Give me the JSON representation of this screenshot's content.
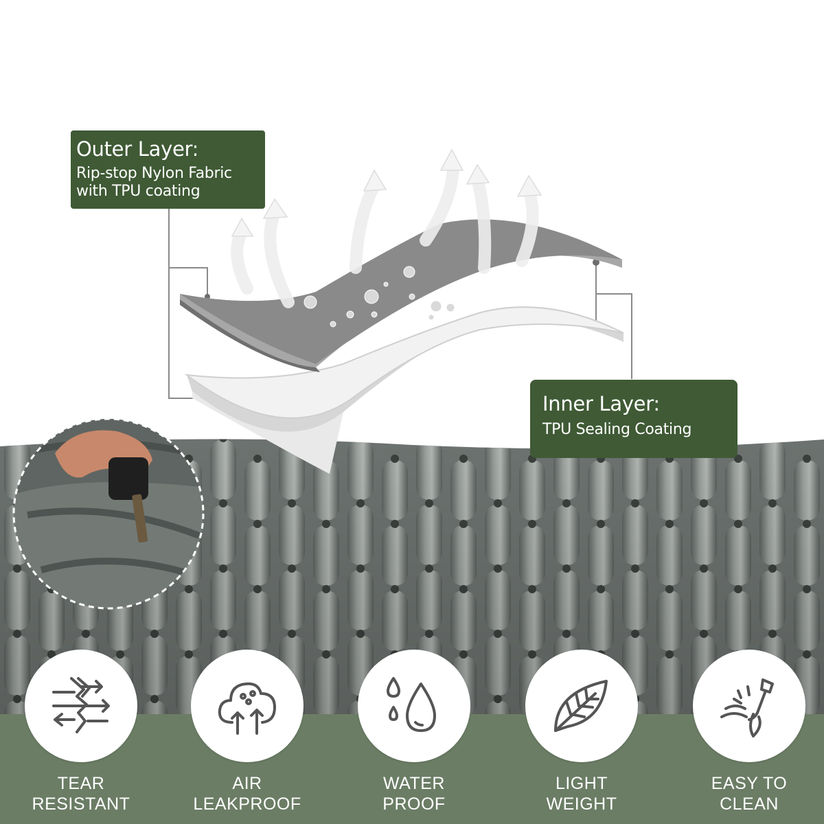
{
  "outer_layer": {
    "title": "Outer Layer:",
    "line1": "Rip-stop Nylon Fabric",
    "line2": "with TPU coating"
  },
  "inner_layer": {
    "title": "Inner Layer:",
    "line1": "TPU Sealing Coating"
  },
  "features": [
    {
      "icon": "tear-resistant-icon",
      "line1": "TEAR",
      "line2": "RESISTANT"
    },
    {
      "icon": "air-leakproof-icon",
      "line1": "AIR",
      "line2": "LEAKPROOF"
    },
    {
      "icon": "water-drops-icon",
      "line1": "WATER",
      "line2": "PROOF"
    },
    {
      "icon": "leaf-icon",
      "line1": "LIGHT",
      "line2": "WEIGHT"
    },
    {
      "icon": "cleaning-spray-icon",
      "line1": "EASY TO",
      "line2": "CLEAN"
    }
  ],
  "colors": {
    "callout_green": "#3f5a35",
    "band_green": "#6b7d65",
    "mat_grey": "#7f8582",
    "icon_stroke": "#555555"
  }
}
